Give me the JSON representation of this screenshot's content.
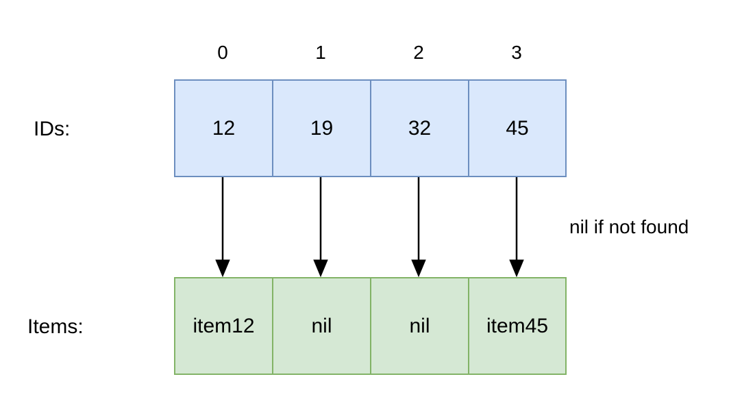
{
  "indices": [
    "0",
    "1",
    "2",
    "3"
  ],
  "ids_row": {
    "label": "IDs:",
    "values": [
      "12",
      "19",
      "32",
      "45"
    ]
  },
  "items_row": {
    "label": "Items:",
    "values": [
      "item12",
      "nil",
      "nil",
      "item45"
    ]
  },
  "note": "nil if not found",
  "colors": {
    "ids_fill": "#dae8fc",
    "ids_border": "#6c8ebf",
    "items_fill": "#d5e8d4",
    "items_border": "#82b366",
    "arrow": "#000000"
  }
}
